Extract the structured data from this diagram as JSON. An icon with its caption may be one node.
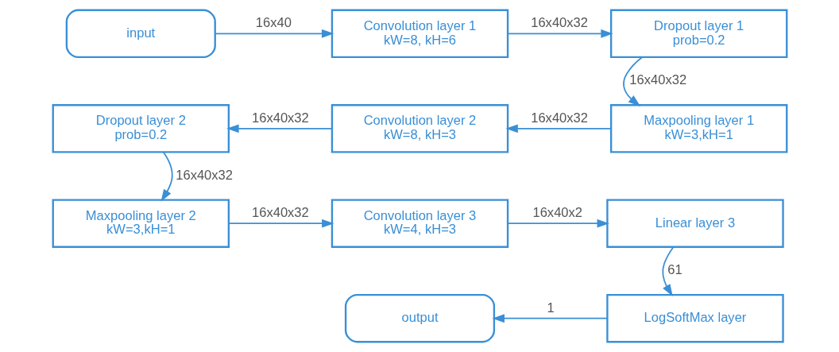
{
  "diagram": {
    "nodes": [
      {
        "text": [
          "input"
        ]
      },
      {
        "text": [
          "Convolution layer 1",
          "kW=8, kH=6"
        ]
      },
      {
        "text": [
          "Dropout layer 1",
          "prob=0.2"
        ]
      },
      {
        "text": [
          "Maxpooling layer 1",
          "kW=3,kH=1"
        ]
      },
      {
        "text": [
          "Convolution layer 2",
          "kW=8, kH=3"
        ]
      },
      {
        "text": [
          "Dropout layer 2",
          "prob=0.2"
        ]
      },
      {
        "text": [
          "Maxpooling layer 2",
          "kW=3,kH=1"
        ]
      },
      {
        "text": [
          "Convolution layer 3",
          "kW=4, kH=3"
        ]
      },
      {
        "text": [
          "Linear layer 3"
        ]
      },
      {
        "text": [
          "LogSoftMax layer"
        ]
      },
      {
        "text": [
          "output"
        ]
      }
    ],
    "edges": [
      {
        "from": 0,
        "to": 1,
        "arrow": "to",
        "label": "16x40"
      },
      {
        "from": 1,
        "to": 2,
        "arrow": "to",
        "label": "16x40x32"
      },
      {
        "from": 2,
        "to": 3,
        "arrow": "to",
        "label": "16x40x32"
      },
      {
        "from": 3,
        "to": 4,
        "arrow": "to",
        "label": "16x40x32"
      },
      {
        "from": 4,
        "to": 5,
        "arrow": "to",
        "label": "16x40x32"
      },
      {
        "from": 5,
        "to": 6,
        "arrow": "to",
        "label": "16x40x32"
      },
      {
        "from": 6,
        "to": 7,
        "arrow": "to",
        "label": "16x40x32"
      },
      {
        "from": 7,
        "to": 8,
        "arrow": "to",
        "label": "16x40x2"
      },
      {
        "from": 8,
        "to": 9,
        "arrow": "to",
        "label": "61"
      },
      {
        "from": 9,
        "to": 10,
        "arrow": "to",
        "label": "1"
      }
    ]
  }
}
